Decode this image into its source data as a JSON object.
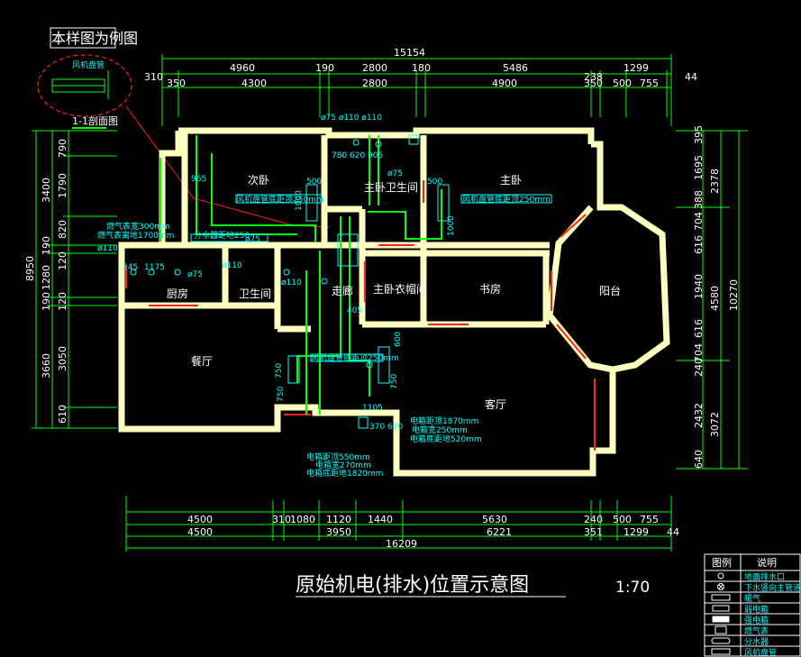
{
  "sample_note": "本样图为例图",
  "section_label": "1-1剖面图",
  "section_note": "风机盘管",
  "title": "原始机电(排水)位置示意图",
  "scale": "1:70",
  "rooms": {
    "secondary_bedroom": "次卧",
    "master_bedroom": "主卧",
    "master_bath": "主卧卫生间",
    "kitchen": "厨房",
    "bathroom": "卫生间",
    "corridor": "走廊",
    "master_closet": "主卧衣帽间",
    "study": "书房",
    "balcony": "阳台",
    "dining": "餐厅",
    "living": "客厅"
  },
  "top_dims": {
    "total": "15154",
    "row1": [
      "310",
      "4960",
      "190",
      "2800",
      "180",
      "5486",
      "238",
      "1299",
      "44"
    ],
    "row2": [
      "350",
      "4300",
      "2800",
      "4900",
      "350",
      "500",
      "755"
    ]
  },
  "bottom_dims": {
    "row1": [
      "4500",
      "310",
      "1080",
      "1120",
      "1440",
      "5630",
      "240",
      "500",
      "755"
    ],
    "row2": [
      "4500",
      "3950",
      "6221",
      "351",
      "1299",
      "44"
    ],
    "total": "16209"
  },
  "left_dims": {
    "outer": [
      "8950"
    ],
    "mid": [
      "3400",
      "190",
      "1280",
      "190",
      "3660"
    ],
    "inner": [
      "790",
      "1790",
      "820",
      "120",
      "120",
      "3050",
      "610"
    ]
  },
  "right_dims": {
    "outer": [
      "10270"
    ],
    "mid": [
      "2378",
      "4580",
      "3072"
    ],
    "inner": [
      "395",
      "1695",
      "388",
      "704",
      "616",
      "1940",
      "616",
      "704",
      "240",
      "2432",
      "640"
    ]
  },
  "annotations": {
    "a1": "ø75 ø110 ø110",
    "a2": "780 620 905",
    "a3": "ø75",
    "a4": "风机盘管底距顶250mm",
    "a5": "风机盘管底距顶250mm",
    "a6": "燃气表离地1700mm",
    "a7": "燃气表宽300mm",
    "a8": "分水器距地250",
    "a9": "ø110",
    "a10": "ø75",
    "a11": "1175",
    "a12": "ø110",
    "a13": "风机盘管底距顶250mm",
    "a14": "电箱宽250mm",
    "a15": "电箱距顶1870mm",
    "a16": "电箱底距地520mm",
    "a17": "电箱距顶550mm",
    "a18": "电箱宽270mm",
    "a19": "电箱底距地1820mm",
    "a20": "965",
    "a21": "1105",
    "a22": "370",
    "a23": "670",
    "a24": "750",
    "a25": "750",
    "a26": "500",
    "a27": "500",
    "a28": "750",
    "a29": "1000",
    "a30": "600",
    "a31": "405",
    "a32": "245",
    "a33": "ø75",
    "a34": "ø110",
    "a35": "1000"
  },
  "legend": {
    "header_symbol": "图例",
    "header_desc": "说明",
    "items": [
      {
        "icon": "floor-drain-icon",
        "desc": "地面排水口"
      },
      {
        "icon": "downpipe-icon",
        "desc": "下水竖向主管道"
      },
      {
        "icon": "heater-icon",
        "desc": "暖气"
      },
      {
        "icon": "weak-box-icon",
        "desc": "弱电箱"
      },
      {
        "icon": "strong-box-icon",
        "desc": "强电箱"
      },
      {
        "icon": "gas-meter-icon",
        "desc": "燃气表"
      },
      {
        "icon": "manifold-icon",
        "desc": "分水器"
      },
      {
        "icon": "fan-coil-icon",
        "desc": "风机盘管"
      }
    ]
  },
  "colors": {
    "background": "#000000",
    "wall": "#ffffc0",
    "dimension": "#00ff00",
    "annotation": "#00ffff",
    "pipe": "#00ff00",
    "callout": "#ff2020"
  }
}
